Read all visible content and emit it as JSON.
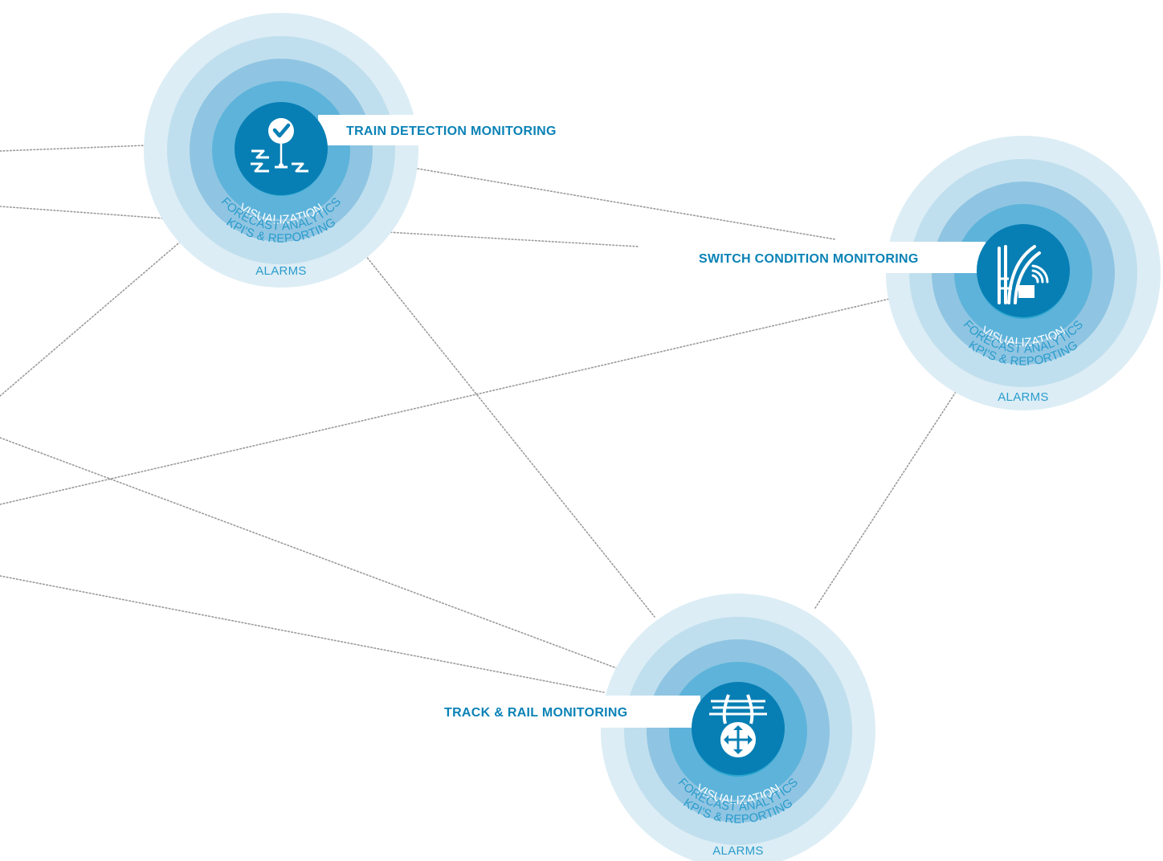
{
  "colors": {
    "ring1": "#dcedf5",
    "ring2": "#c0dfee",
    "ring3": "#8fc5e2",
    "ring4": "#5eb3da",
    "core": "#2ea7d0",
    "icon_disc": "#087fb4",
    "title": "#0a82b6",
    "outer_label": "#2a9ccc",
    "inner_label": "#ffffff",
    "connector": "#9a9a9a"
  },
  "ring_labels": {
    "visualization": "VISUALIZATION",
    "forecast": "FORECAST ANALYTICS",
    "kpi": "KPI'S & REPORTING",
    "alarms": "ALARMS"
  },
  "nodes": [
    {
      "id": "train",
      "title": "TRAIN DETECTION MONITORING",
      "icon": "train-detection-icon"
    },
    {
      "id": "switch",
      "title": "SWITCH CONDITION MONITORING",
      "icon": "switch-sensor-icon"
    },
    {
      "id": "track",
      "title": "TRACK & RAIL MONITORING",
      "icon": "track-rail-icon"
    }
  ]
}
